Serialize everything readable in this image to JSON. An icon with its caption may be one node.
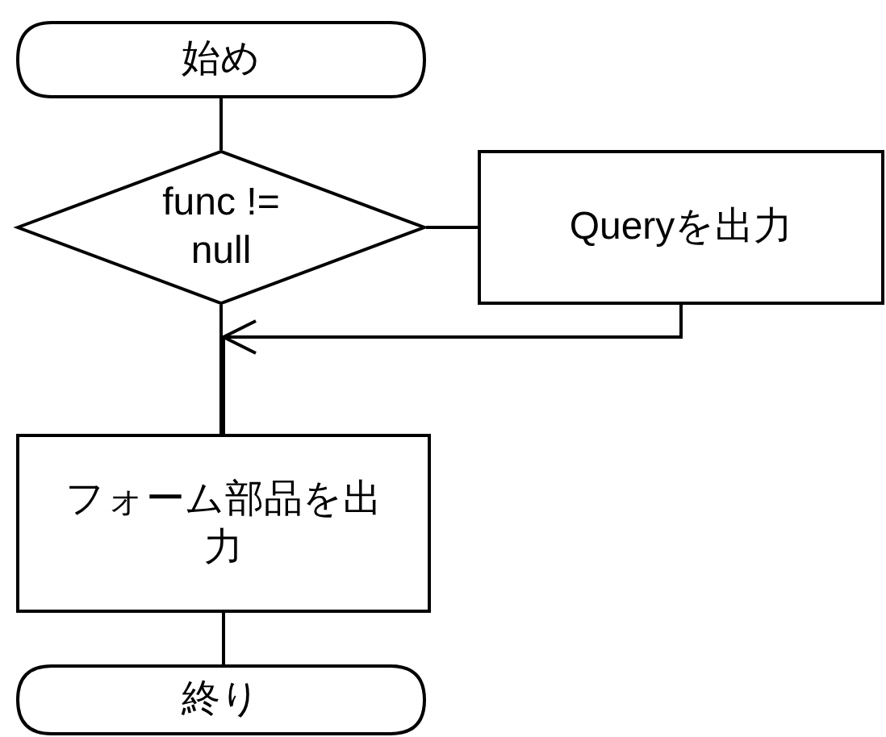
{
  "diagram": {
    "nodes": [
      {
        "text": [
          "始め"
        ]
      },
      {
        "text": [
          "func != null"
        ]
      },
      {
        "text": [
          "Queryを出力"
        ]
      },
      {
        "text": [
          "フォーム部品を出力"
        ]
      },
      {
        "text": [
          "終り"
        ]
      }
    ],
    "edges": [
      {
        "from": 0,
        "to": 1,
        "arrow": "none"
      },
      {
        "from": 1,
        "to": 2,
        "arrow": "none"
      },
      {
        "from": 1,
        "to": 3,
        "arrow": "none"
      },
      {
        "from": 2,
        "to": 3,
        "arrow": "to"
      },
      {
        "from": 3,
        "to": 4,
        "arrow": "none"
      }
    ]
  }
}
